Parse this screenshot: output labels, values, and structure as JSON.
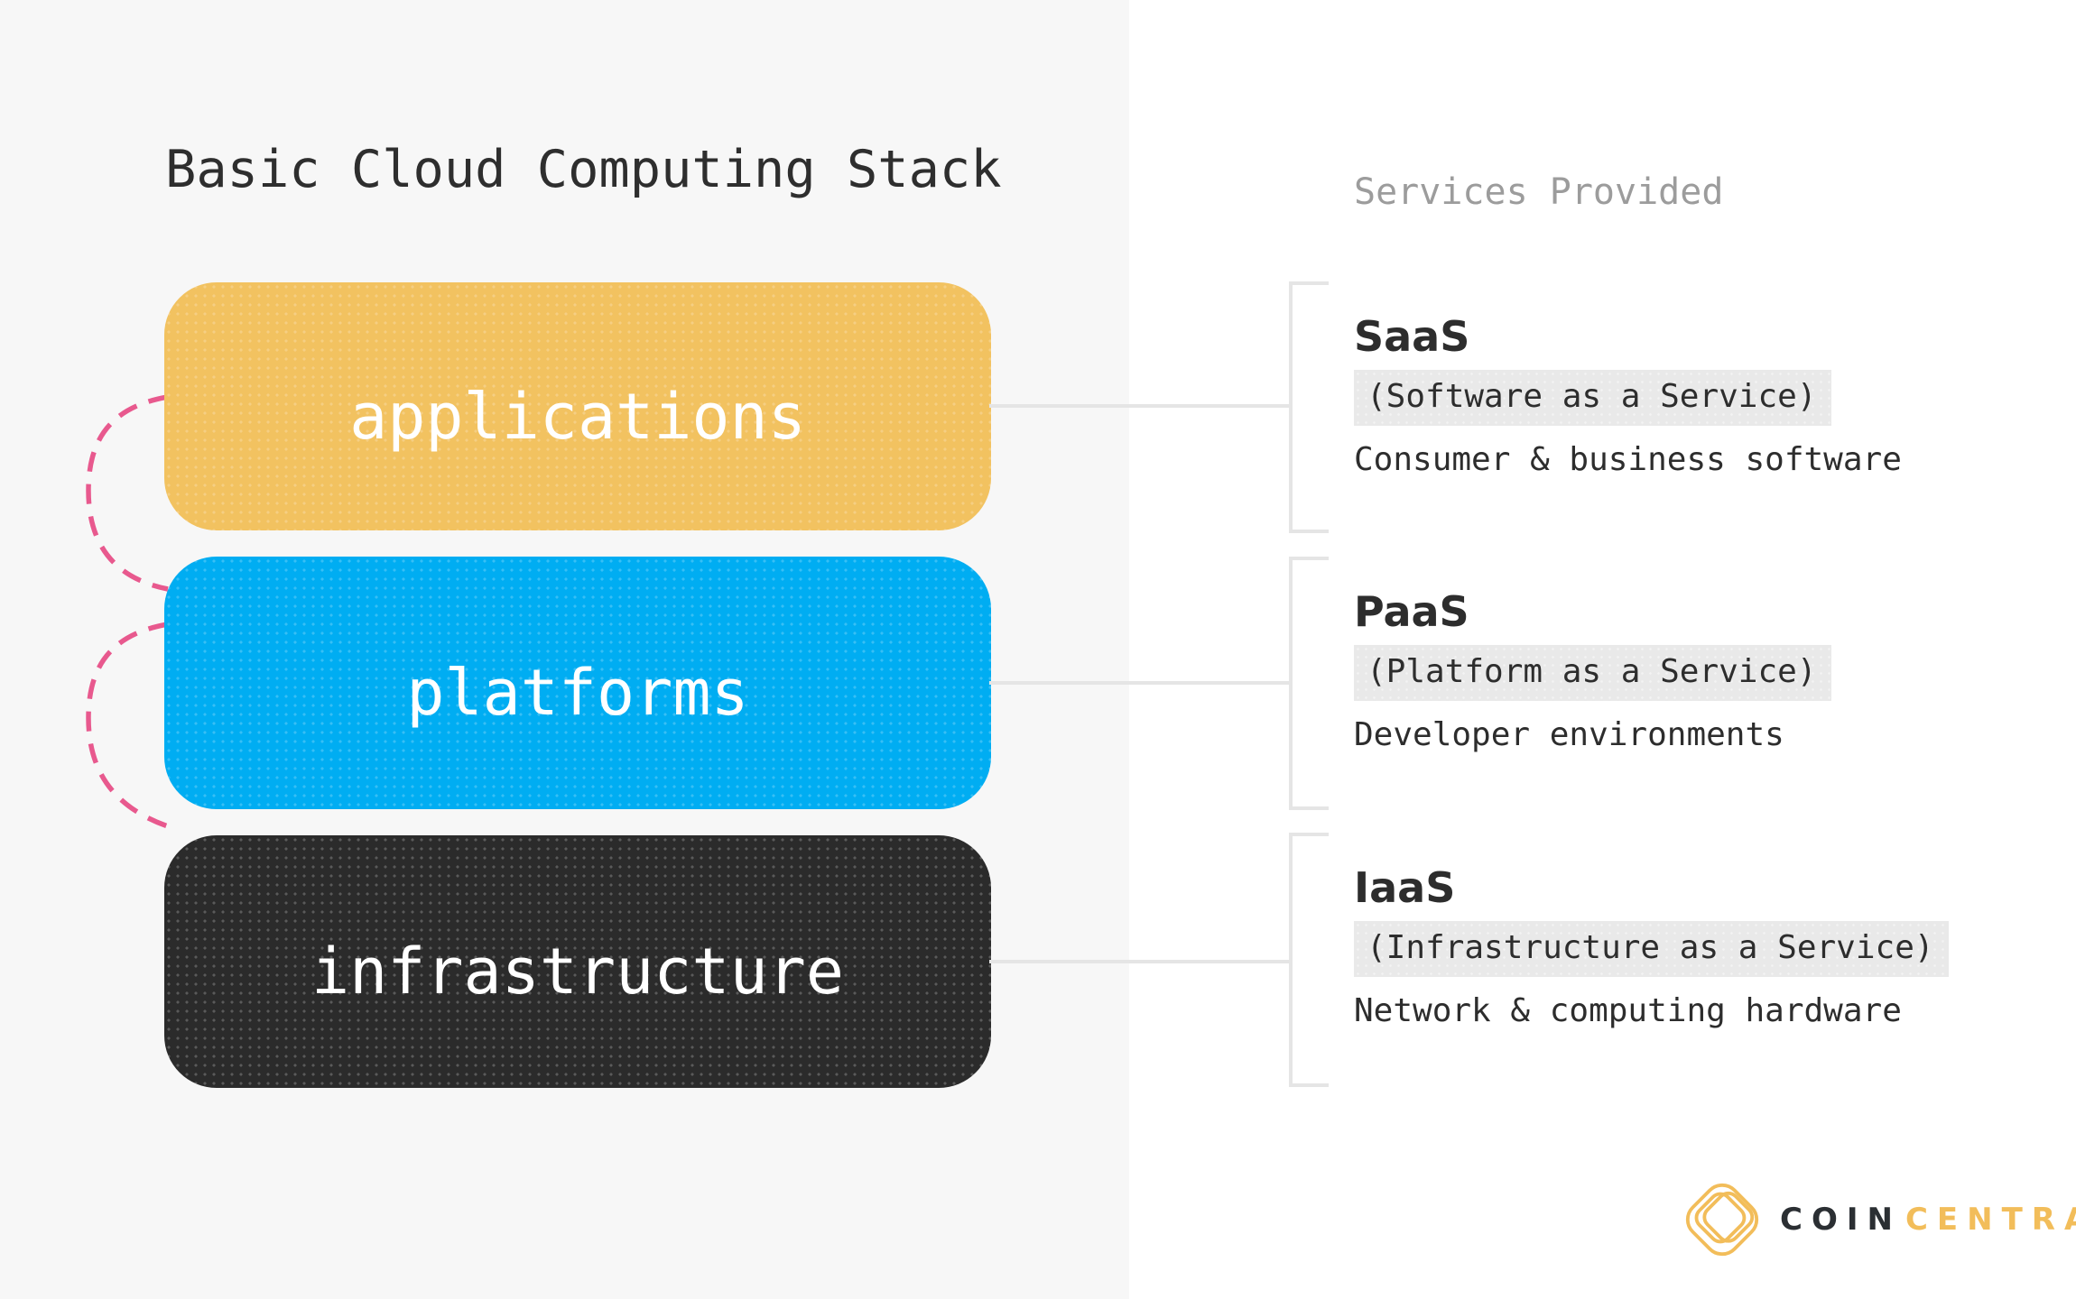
{
  "title": "Basic Cloud Computing Stack",
  "services_header": "Services Provided",
  "stack": [
    {
      "label": "applications",
      "color": "#f2c260"
    },
    {
      "label": "platforms",
      "color": "#00adf2"
    },
    {
      "label": "infrastructure",
      "color": "#2b2b2b"
    }
  ],
  "services": [
    {
      "name": "SaaS",
      "expansion": "(Software as a Service)",
      "description": "Consumer & business software"
    },
    {
      "name": "PaaS",
      "expansion": "(Platform as a Service)",
      "description": "Developer environments"
    },
    {
      "name": "IaaS",
      "expansion": "(Infrastructure as a Service)",
      "description": "Network & computing hardware"
    }
  ],
  "brand": {
    "coin": "COIN",
    "central": "CENTRAL"
  },
  "colors": {
    "panel_bg": "#f7f7f7",
    "page_bg": "#ffffff",
    "connector_pink": "#e8598e",
    "line_gray": "#e5e5e5",
    "highlight_bg": "#e9e9e9",
    "text_dark": "#2e2e2e",
    "muted_gray": "#9c9c9c",
    "brand_gold": "#f2bd5a",
    "brand_dark": "#2b2f33"
  }
}
